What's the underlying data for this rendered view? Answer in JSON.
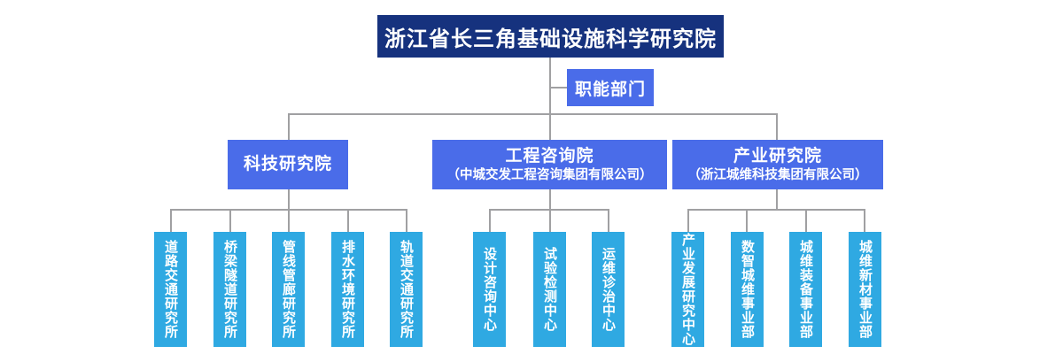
{
  "org_chart": {
    "root": {
      "label": "浙江省长三角基础设施科学研究院"
    },
    "functional": {
      "label": "职能部门"
    },
    "branches": [
      {
        "title": "科技研究院",
        "subtitle": "",
        "children": [
          "道路交通研究所",
          "桥梁隧道研究所",
          "管线管廊研究所",
          "排水环境研究所",
          "轨道交通研究所"
        ]
      },
      {
        "title": "工程咨询院",
        "subtitle": "（中城交发工程咨询集团有限公司）",
        "children": [
          "设计咨询中心",
          "试验检测中心",
          "运维诊治中心"
        ]
      },
      {
        "title": "产业研究院",
        "subtitle": "（浙江城维科技集团有限公司）",
        "children": [
          "产业发展研究中心",
          "数智城维事业部",
          "城维装备事业部",
          "城维新材事业部"
        ]
      }
    ],
    "colors": {
      "root_bg": "#16327e",
      "branch_bg": "#4a6ce9",
      "leaf_bg": "#2fa9e2",
      "line": "#a0a0a2",
      "text": "#ffffff",
      "page_bg": "#ffffff"
    }
  }
}
